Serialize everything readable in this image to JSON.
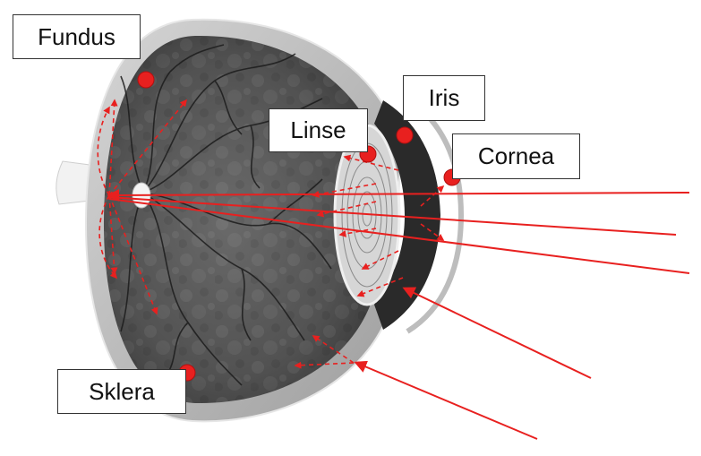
{
  "labels": {
    "fundus": "Fundus",
    "iris": "Iris",
    "linse": "Linse",
    "cornea": "Cornea",
    "sklera": "Sklera"
  },
  "colors": {
    "marker": "#e8201f",
    "ray": "#e8201f",
    "sclera": "#9a9a9a",
    "vitreous": "#5a5a5a",
    "vessels": "#1c1c1c",
    "lens": "#d8d8d8",
    "background": "#ffffff"
  }
}
